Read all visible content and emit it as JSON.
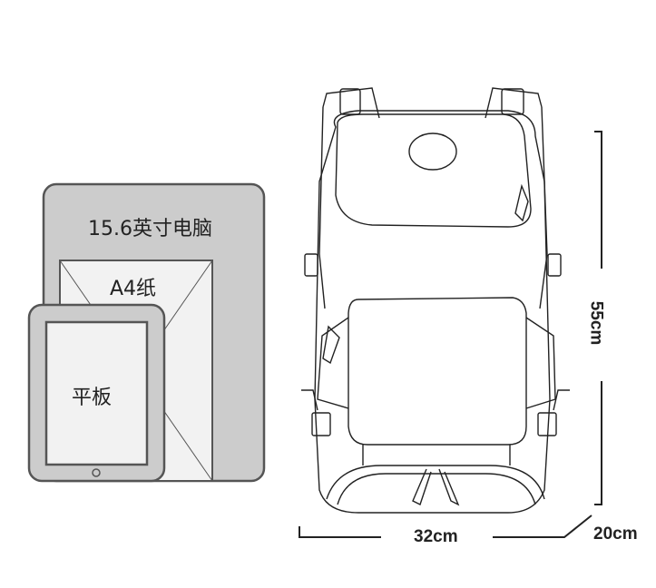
{
  "items": {
    "laptop_label": "15.6英寸电脑",
    "a4_label": "A4纸",
    "tablet_label": "平板"
  },
  "dimensions": {
    "height": "55cm",
    "width": "32cm",
    "depth": "20cm"
  },
  "colors": {
    "device_fill": "#cccccc",
    "paper_fill": "#f2f2f2",
    "outline": "#555555"
  }
}
